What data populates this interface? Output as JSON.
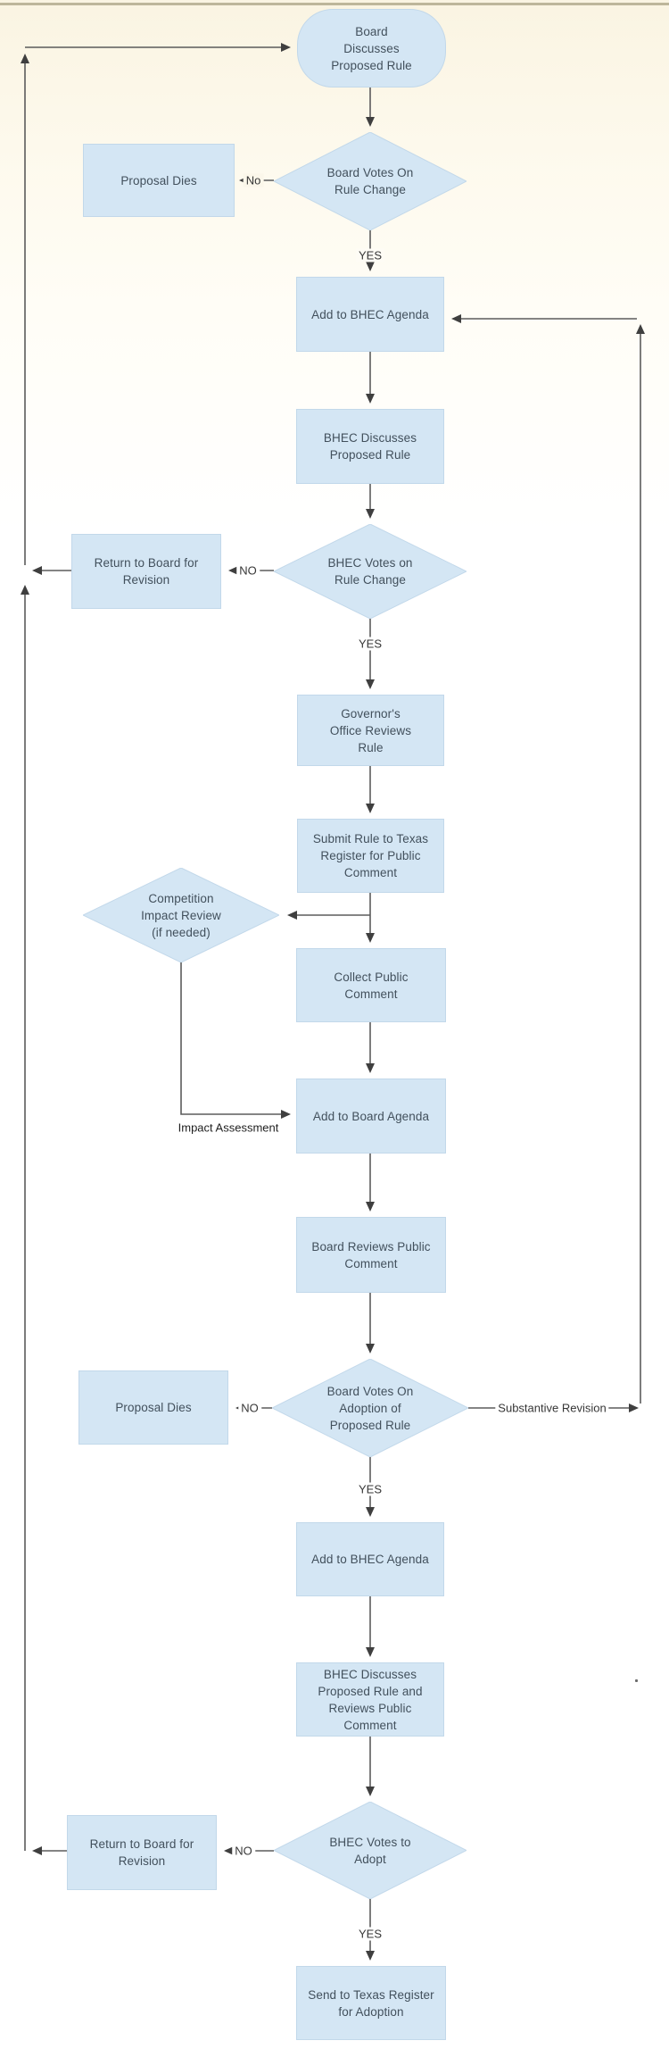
{
  "diagram": {
    "palette": {
      "node_fill": "#d4e6f4",
      "node_border": "#c2d8ea",
      "node_text": "#42505c",
      "line": "#5b5b5b",
      "arrowhead": "#3f3f3f",
      "edge_label_text": "#363636",
      "background_top": "#faf4e2",
      "background": "#ffffff",
      "top_rule": "#b2aa8e"
    },
    "nodes": {
      "board_discusses": {
        "type": "terminator",
        "label": "Board\nDiscusses\nProposed Rule"
      },
      "board_votes_rule_change": {
        "type": "decision",
        "label": "Board Votes On\nRule Change"
      },
      "proposal_dies_1": {
        "type": "process",
        "label": "Proposal Dies"
      },
      "add_bhec_agenda_1": {
        "type": "process",
        "label": "Add to BHEC Agenda"
      },
      "bhec_discusses_rule": {
        "type": "process",
        "label": "BHEC Discusses\nProposed Rule"
      },
      "bhec_votes_rule_change": {
        "type": "decision",
        "label": "BHEC Votes on\nRule Change"
      },
      "return_to_board_1": {
        "type": "process",
        "label": "Return to Board for\nRevision"
      },
      "governor_reviews": {
        "type": "process",
        "label": "Governor's\nOffice Reviews\nRule"
      },
      "submit_to_register": {
        "type": "process",
        "label": "Submit Rule to Texas\nRegister for Public\nComment"
      },
      "competition_impact_review": {
        "type": "decision",
        "label": "Competition\nImpact Review\n(if needed)"
      },
      "collect_public_comment": {
        "type": "process",
        "label": "Collect Public\nComment"
      },
      "add_board_agenda": {
        "type": "process",
        "label": "Add to Board Agenda"
      },
      "board_reviews_comment": {
        "type": "process",
        "label": "Board Reviews Public\nComment"
      },
      "board_votes_adoption": {
        "type": "decision",
        "label": "Board Votes On\nAdoption of\nProposed Rule"
      },
      "proposal_dies_2": {
        "type": "process",
        "label": "Proposal Dies"
      },
      "add_bhec_agenda_2": {
        "type": "process",
        "label": "Add to BHEC Agenda"
      },
      "bhec_discusses_reviews": {
        "type": "process",
        "label": "BHEC Discusses\nProposed Rule and\nReviews Public\nComment"
      },
      "bhec_votes_adopt": {
        "type": "decision",
        "label": "BHEC Votes to\nAdopt"
      },
      "return_to_board_2": {
        "type": "process",
        "label": "Return to Board for\nRevision"
      },
      "send_to_register": {
        "type": "process",
        "label": "Send to Texas Register\nfor Adoption"
      }
    },
    "edge_labels": {
      "no_1": "No",
      "yes_1": "YES",
      "no_2": "NO",
      "yes_2": "YES",
      "impact_assessment": "Impact Assessment",
      "no_3": "NO",
      "substantive_revision": "Substantive Revision",
      "yes_3": "YES",
      "no_4": "NO",
      "yes_4": "YES"
    }
  }
}
